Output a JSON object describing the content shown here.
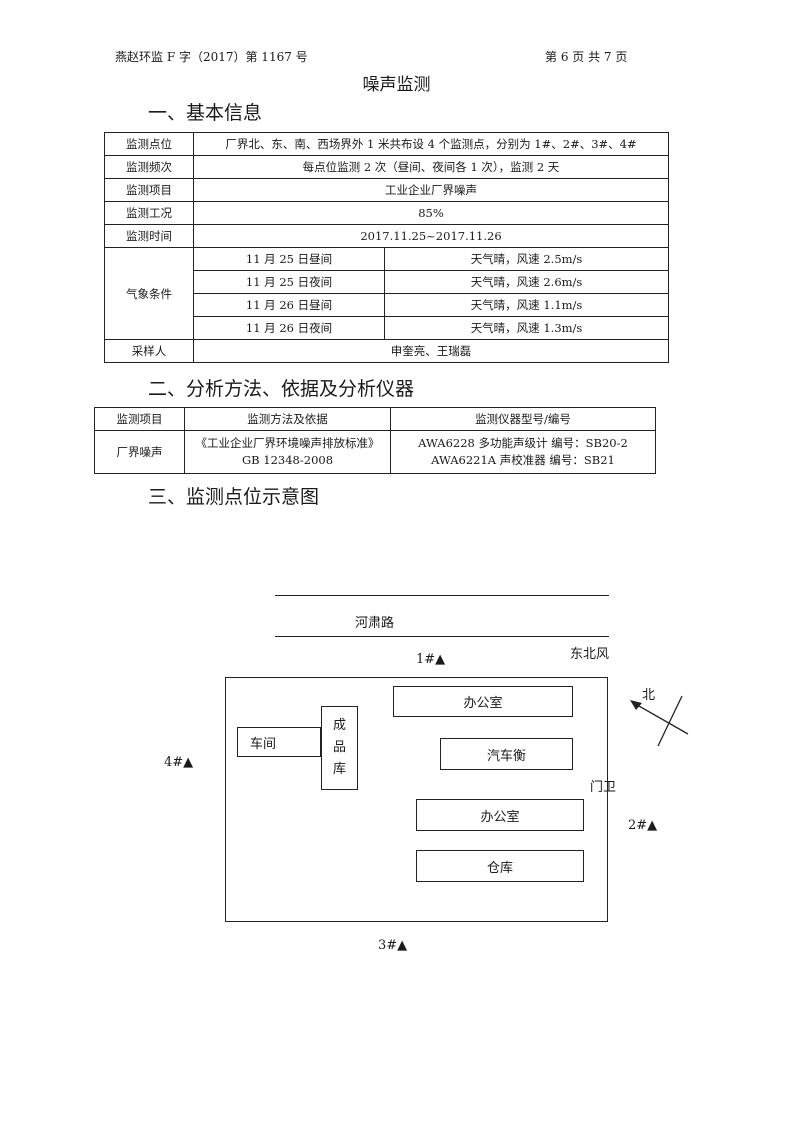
{
  "header": {
    "doc_no": "燕赵环监 F 字（2017）第 1167 号",
    "page_info": "第 6 页 共 7 页"
  },
  "title": "噪声监测",
  "sections": {
    "s1": "一、基本信息",
    "s2": "二、分析方法、依据及分析仪器",
    "s3": "三、监测点位示意图"
  },
  "basic_info": {
    "points_label": "监测点位",
    "points_value": "厂界北、东、南、西场界外 1 米共布设 4 个监测点，分别为 1#、2#、3#、4#",
    "freq_label": "监测频次",
    "freq_value": "每点位监测 2 次（昼间、夜间各 1 次），监测 2 天",
    "item_label": "监测项目",
    "item_value": "工业企业厂界噪声",
    "cond_label": "监测工况",
    "cond_value": "85%",
    "time_label": "监测时间",
    "time_value": "2017.11.25~2017.11.26",
    "weather_label": "气象条件",
    "weather": [
      {
        "date": "11 月 25 日昼间",
        "desc": "天气晴，风速 2.5m/s"
      },
      {
        "date": "11 月 25 日夜间",
        "desc": "天气晴，风速 2.6m/s"
      },
      {
        "date": "11 月 26 日昼间",
        "desc": "天气晴，风速 1.1m/s"
      },
      {
        "date": "11 月 26 日夜间",
        "desc": "天气晴，风速 1.3m/s"
      }
    ],
    "sampler_label": "采样人",
    "sampler_value": "申奎亮、王瑞磊"
  },
  "method_table": {
    "headers": [
      "监测项目",
      "监测方法及依据",
      "监测仪器型号/编号"
    ],
    "item": "厂界噪声",
    "method_1": "《工业企业厂界环境噪声排放标准》",
    "method_2": "GB 12348-2008",
    "instr_1": "AWA6228 多功能声级计  编号：SB20-2",
    "instr_2": "AWA6221A 声校准器  编号：SB21"
  },
  "diagram": {
    "road": "河肃路",
    "wind": "东北风",
    "north": "北",
    "gate": "门卫",
    "p1": "1#▲",
    "p2": "2#▲",
    "p3": "3#▲",
    "p4": "4#▲",
    "workshop": "车间",
    "product_store": [
      "成",
      "品",
      "库"
    ],
    "office_top": "办公室",
    "scale": "汽车衡",
    "office_bottom": "办公室",
    "warehouse": "仓库"
  }
}
